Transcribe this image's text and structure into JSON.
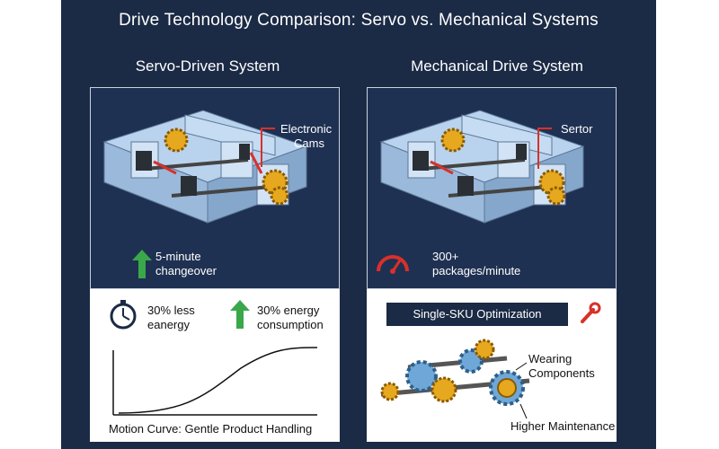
{
  "title": "Drive Technology Comparison: Servo vs. Mechanical Systems",
  "servo": {
    "heading": "Servo-Driven System",
    "callout_line1": "Electronic",
    "callout_line2": "Cams",
    "changeover_line1": "5-minute",
    "changeover_line2": "changeover",
    "energy_less_line1": "30% less",
    "energy_less_line2": "eanergy",
    "energy_cons_line1": "30% energy",
    "energy_cons_line2": "consumption",
    "curve_caption": "Motion Curve: Gentle Product Handling"
  },
  "mechanical": {
    "heading": "Mechanical Drive System",
    "callout": "Sertor",
    "speed_line1": "300+",
    "speed_line2": "packages/minute",
    "optimization_badge": "Single-SKU Optimization",
    "wearing_label": "Wearing Components",
    "maintenance_label": "Higher Maintenance"
  },
  "colors": {
    "background": "#1b2a45",
    "arrow_green": "#3aa84a",
    "callout_red": "#d9302a",
    "gear_gold": "#e6a81e",
    "gear_blue": "#6fa8d8",
    "machine_blue": "#a9c7e6"
  },
  "icons": [
    "arrow-up-icon",
    "stopwatch-icon",
    "speedometer-icon",
    "wrench-icon"
  ]
}
